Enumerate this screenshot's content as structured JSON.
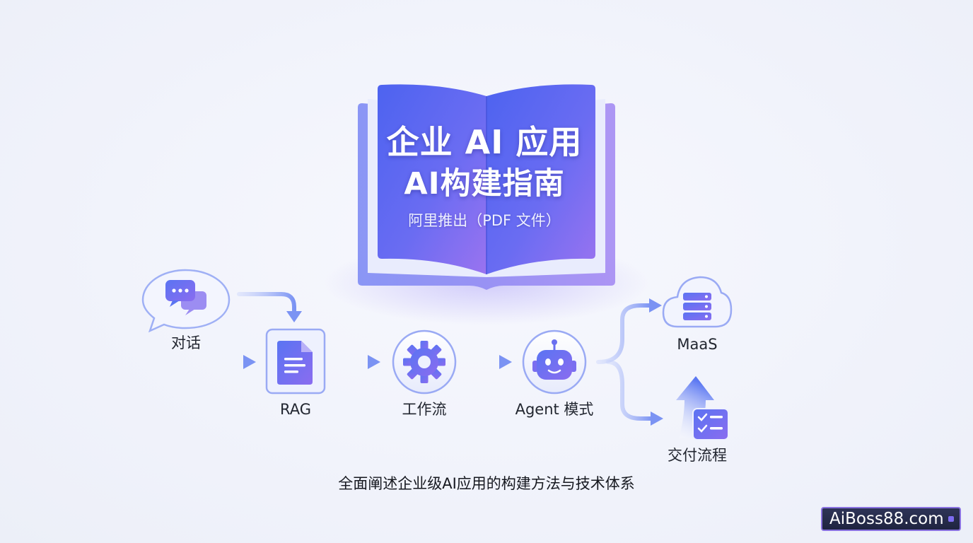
{
  "book": {
    "title_line1": "企业 AI 应用",
    "title_line2": "AI构建指南",
    "subtitle": "阿里推出（PDF 文件）"
  },
  "nodes": {
    "chat": "对话",
    "rag": "RAG",
    "workflow": "工作流",
    "agent": "Agent 模式",
    "maas": "MaaS",
    "delivery": "交付流程"
  },
  "caption": "全面阐述企业级AI应用的构建方法与技术体系",
  "watermark": "AiBoss88.com",
  "colors": {
    "accent": "#5b6cf0",
    "violet": "#9b72f0",
    "arrow": "#7f95f3"
  }
}
